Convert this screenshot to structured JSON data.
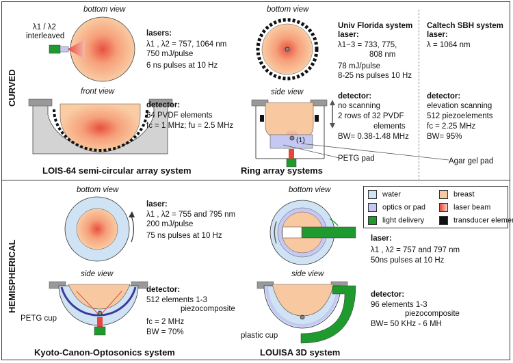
{
  "sections": {
    "curved": "CURVED",
    "hemispherical": "HEMISPHERICAL"
  },
  "lois": {
    "bottom_view": "bottom view",
    "front_view": "front view",
    "interleaved_lambda": "λ1 / λ2",
    "interleaved": "interleaved",
    "lasers_head": "lasers:",
    "lasers_l1": "λ1 , λ2 = 757, 1064 nm",
    "lasers_l2": "750 mJ/pulse",
    "lasers_l3": "6 ns pulses at 10 Hz",
    "detector_head": "detector:",
    "detector_l1": "64 PVDF elements",
    "detector_l2": "fc = 1 MHz; fu = 2.5 MHz",
    "name": "LOIS-64 semi-circular array system"
  },
  "ring": {
    "bottom_view": "bottom view",
    "side_view": "side view",
    "label_1": "(1)",
    "petg_pad": "PETG pad",
    "agar_pad": "Agar gel pad",
    "name": "Ring array systems",
    "florida": {
      "head": "Univ Florida system",
      "laser_head": "laser:",
      "laser_l1": "λ1−3 = 733, 775,",
      "laser_l2": "808 nm",
      "laser_l3": "78 mJ/pulse",
      "laser_l4": "8-25 ns pulses 10 Hz",
      "det_head": "detector:",
      "det_l1": "no scanning",
      "det_l2": "2 rows of 32 PVDF",
      "det_l3": "elements",
      "det_l4": "BW= 0.38-1.48 MHz"
    },
    "caltech": {
      "head": "Caltech SBH system",
      "laser_head": "laser:",
      "laser_l1": "λ = 1064 nm",
      "det_head": "detector:",
      "det_l1": "elevation scanning",
      "det_l2": "512 piezoelements",
      "det_l3": "fc = 2.25 MHz",
      "det_l4": "BW= 95%"
    }
  },
  "kyoto": {
    "bottom_view": "bottom view",
    "side_view": "side view",
    "petg_cup": "PETG cup",
    "laser_head": "laser:",
    "laser_l1": "λ1 , λ2 = 755 and 795 nm",
    "laser_l2": "200 mJ/pulse",
    "laser_l3": "75 ns pulses at 10 Hz",
    "det_head": "detector:",
    "det_l1": "512 elements 1-3",
    "det_l2": "piezocomposite",
    "det_l3": "fc = 2 MHz",
    "det_l4": "BW = 70%",
    "name": "Kyoto-Canon-Optosonics system"
  },
  "louisa": {
    "bottom_view": "bottom view",
    "side_view": "side view",
    "plastic_cup": "plastic cup",
    "laser_head": "laser:",
    "laser_l1": "λ1 , λ2 = 757 and 797 nm",
    "laser_l2": "50ns pulses at 10 Hz",
    "det_head": "detector:",
    "det_l1": "96 elements 1-3",
    "det_l2": "piezocomposite",
    "det_l3": "BW= 50 KHz - 6 MH",
    "name": "LOUISA 3D system"
  },
  "legend": {
    "water": "water",
    "breast": "breast",
    "optics": "optics or pad",
    "laser_beam": "laser beam",
    "light_delivery": "light delivery",
    "transducer": "transducer element",
    "colors": {
      "water": "#cfe3f5",
      "breast": "#f8c9a0",
      "optics": "#c5c8f2",
      "laser": "#e8463a",
      "light": "#1f9a2e",
      "transducer": "#111111"
    }
  }
}
